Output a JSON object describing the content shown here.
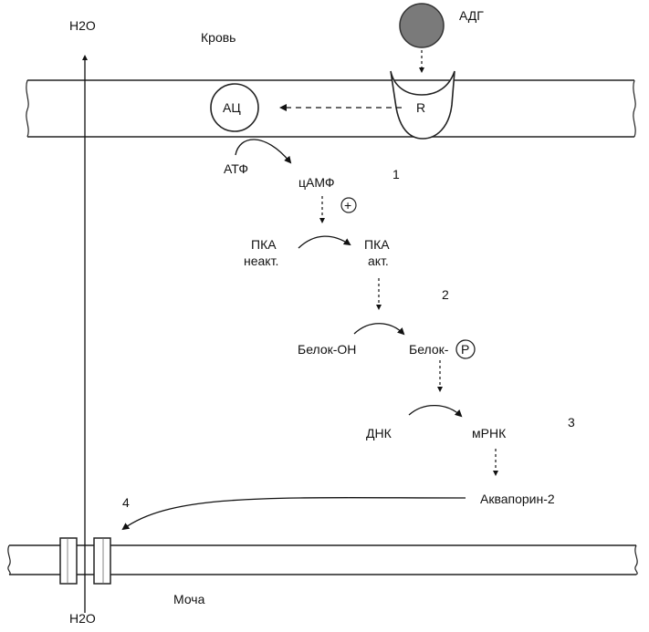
{
  "labels": {
    "h2o_top": "H2O",
    "h2o_bottom": "H2O",
    "blood": "Кровь",
    "adh": "АДГ",
    "ac": "АЦ",
    "receptor": "R",
    "atp": "АТФ",
    "camp": "цАМФ",
    "plus": "+",
    "pka_inactive_name": "ПКА",
    "pka_inactive_state": "неакт.",
    "pka_active_name": "ПКА",
    "pka_active_state": "акт.",
    "protein_oh": "Белок-ОН",
    "protein_p": "Белок-",
    "phosphate": "P",
    "dna": "ДНК",
    "mrna": "мРНК",
    "aquaporin": "Аквапорин-2",
    "urine": "Моча"
  },
  "steps": {
    "s1": "1",
    "s2": "2",
    "s3": "3",
    "s4": "4"
  }
}
